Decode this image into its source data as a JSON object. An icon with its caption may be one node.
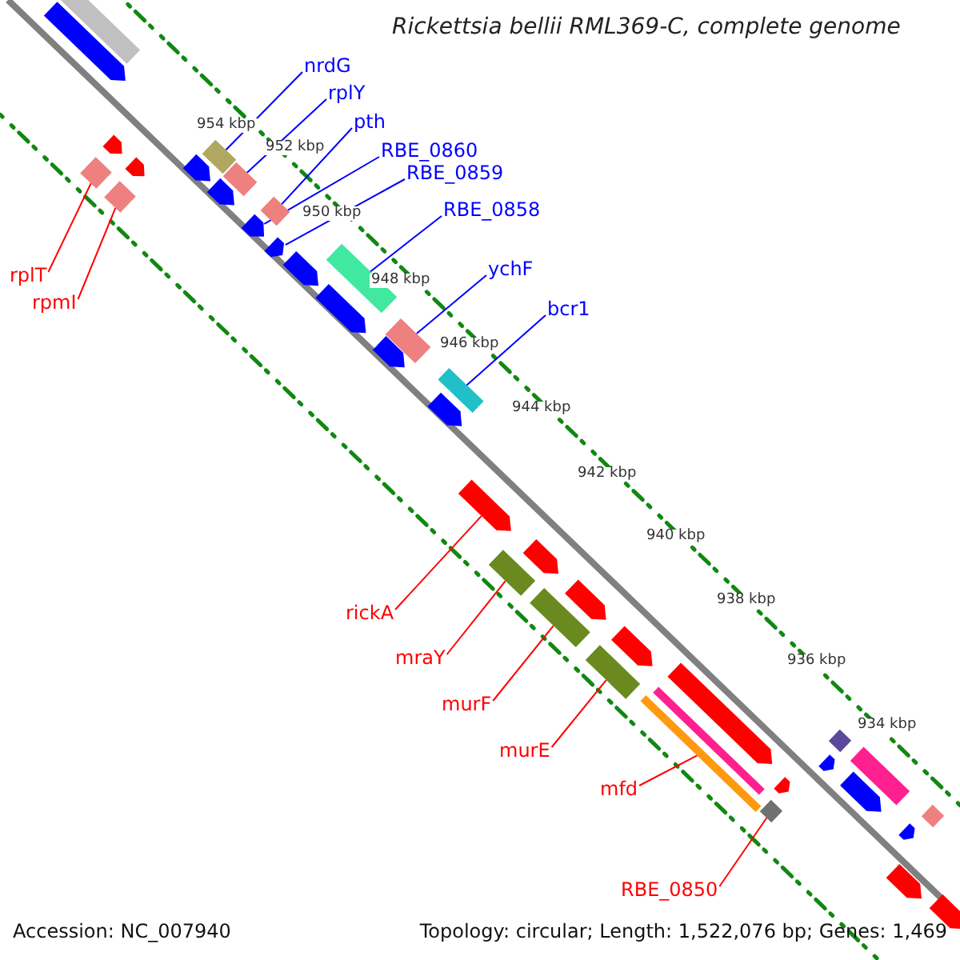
{
  "diagram": {
    "title": "Rickettsia bellii RML369-C, complete genome",
    "nodes": [
      {
        "text": [
          "nrdG"
        ]
      },
      {
        "text": [
          "rplY"
        ]
      },
      {
        "text": [
          "pth"
        ]
      },
      {
        "text": [
          "RBE_0860"
        ]
      },
      {
        "text": [
          "RBE_0859"
        ]
      },
      {
        "text": [
          "RBE_0858"
        ]
      },
      {
        "text": [
          "ychF"
        ]
      },
      {
        "text": [
          "bcr1"
        ]
      },
      {
        "text": [
          "rplT"
        ]
      },
      {
        "text": [
          "rpmI"
        ]
      },
      {
        "text": [
          "rickA"
        ]
      },
      {
        "text": [
          "mraY"
        ]
      },
      {
        "text": [
          "murF"
        ]
      },
      {
        "text": [
          "murE"
        ]
      },
      {
        "text": [
          "mfd"
        ]
      },
      {
        "text": [
          "RBE_0850"
        ]
      },
      {
        "text": [],
        "shape": "bar"
      },
      {
        "text": [],
        "shape": "bar"
      },
      {
        "text": [],
        "shape": "bar"
      },
      {
        "text": [],
        "shape": "bar"
      },
      {
        "text": [],
        "shape": "bar"
      },
      {
        "text": [],
        "shape": "bar"
      },
      {
        "text": [],
        "shape": "bar"
      },
      {
        "text": [],
        "shape": "bar"
      },
      {
        "text": [],
        "shape": "bar"
      },
      {
        "text": [],
        "shape": "bar"
      },
      {
        "text": [],
        "shape": "bar"
      },
      {
        "text": [],
        "shape": "bar"
      },
      {
        "text": [],
        "shape": "bar"
      },
      {
        "text": [],
        "shape": "bar"
      },
      {
        "text": [],
        "shape": "bar"
      },
      {
        "text": [],
        "shape": "bar"
      }
    ],
    "edges": [
      {
        "from": 0,
        "to": 16,
        "arrow": "none",
        "color": "#0000ff"
      },
      {
        "from": 1,
        "to": 17,
        "arrow": "none",
        "color": "#0000ff"
      },
      {
        "from": 2,
        "to": 18,
        "arrow": "none",
        "color": "#0000ff"
      },
      {
        "from": 3,
        "to": 19,
        "arrow": "none",
        "color": "#0000ff"
      },
      {
        "from": 4,
        "to": 20,
        "arrow": "none",
        "color": "#0000ff"
      },
      {
        "from": 5,
        "to": 21,
        "arrow": "none",
        "color": "#0000ff"
      },
      {
        "from": 6,
        "to": 22,
        "arrow": "none",
        "color": "#0000ff"
      },
      {
        "from": 7,
        "to": 23,
        "arrow": "none",
        "color": "#0000ff"
      },
      {
        "from": 8,
        "to": 24,
        "arrow": "none",
        "color": "#ff0000"
      },
      {
        "from": 9,
        "to": 25,
        "arrow": "none",
        "color": "#ff0000"
      },
      {
        "from": 10,
        "to": 26,
        "arrow": "none",
        "color": "#ff0000"
      },
      {
        "from": 11,
        "to": 27,
        "arrow": "none",
        "color": "#ff0000"
      },
      {
        "from": 12,
        "to": 28,
        "arrow": "none",
        "color": "#ff0000"
      },
      {
        "from": 13,
        "to": 29,
        "arrow": "none",
        "color": "#ff0000"
      },
      {
        "from": 14,
        "to": 30,
        "arrow": "none",
        "color": "#ff0000"
      },
      {
        "from": 15,
        "to": 31,
        "arrow": "none",
        "color": "#ff0000"
      }
    ],
    "labels": [
      "954 kbp",
      "952 kbp",
      "950 kbp",
      "948 kbp",
      "946 kbp",
      "944 kbp",
      "942 kbp",
      "940 kbp",
      "938 kbp",
      "936 kbp",
      "934 kbp",
      "Accession: NC_007940",
      "Topology: circular; Length: 1,522,076 bp; Genes: 1,469"
    ]
  }
}
